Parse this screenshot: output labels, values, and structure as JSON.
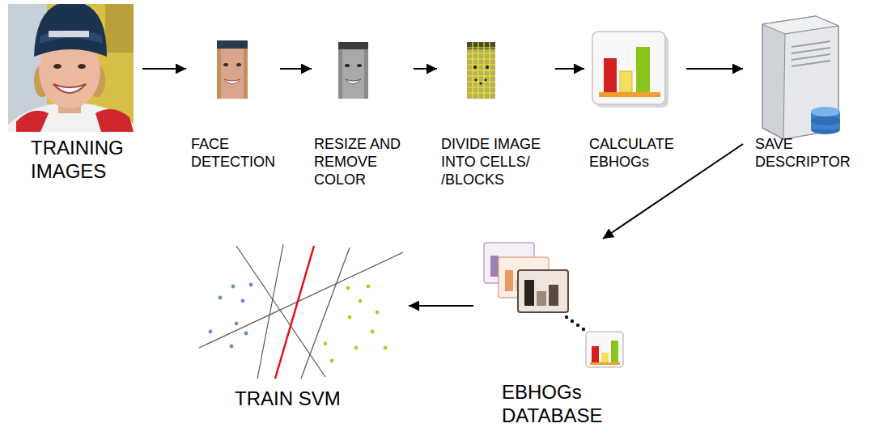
{
  "diagram": {
    "nodes": [
      {
        "text": [
          "TRAINING IMAGES"
        ]
      },
      {
        "text": [
          "FACE DETECTION"
        ]
      },
      {
        "text": [
          "RESIZE AND REMOVE COLOR"
        ]
      },
      {
        "text": [
          "DIVIDE IMAGE INTO CELLS/ /BLOCKS"
        ]
      },
      {
        "text": [
          "CALCULATE EBHOGs"
        ]
      },
      {
        "text": [
          "SAVE DESCRIPTOR"
        ]
      },
      {
        "text": [
          "EBHOGs DATABASE"
        ]
      },
      {
        "text": [
          "TRAIN SVM"
        ]
      }
    ],
    "edges": [
      {
        "from": 0,
        "to": 1,
        "arrow": "to"
      },
      {
        "from": 1,
        "to": 2,
        "arrow": "to"
      },
      {
        "from": 2,
        "to": 3,
        "arrow": "to"
      },
      {
        "from": 3,
        "to": 4,
        "arrow": "to"
      },
      {
        "from": 4,
        "to": 5,
        "arrow": "to"
      },
      {
        "from": 5,
        "to": 6,
        "arrow": "to"
      },
      {
        "from": 6,
        "to": 7,
        "arrow": "to"
      }
    ]
  }
}
